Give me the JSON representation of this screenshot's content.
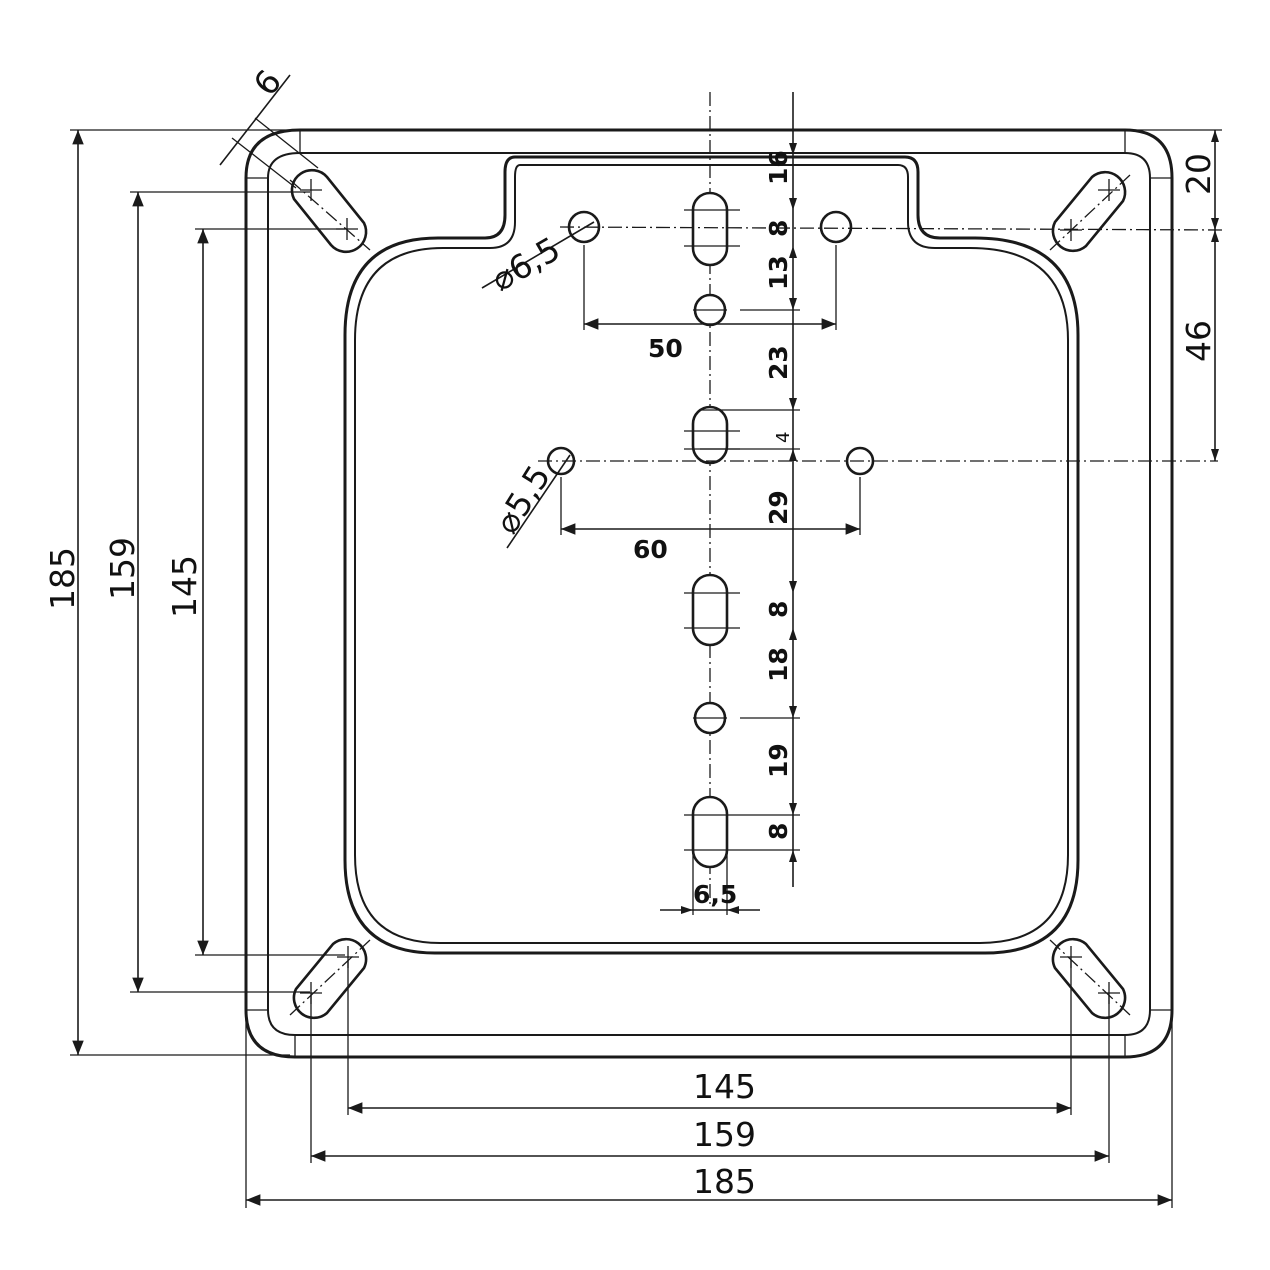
{
  "diagram": {
    "outer_dims": {
      "width_overall": "185",
      "width_slots_outer": "159",
      "width_slots_inner": "145",
      "height_overall": "185",
      "height_slots_outer": "159",
      "height_slots_inner": "145"
    },
    "corner_slot_width": "6",
    "top_notch_dim": "20",
    "offset_46": "46",
    "hole_diameters": {
      "large": "⌀6,5",
      "small": "⌀5,5"
    },
    "horizontal_dims": {
      "spacing_50": "50",
      "spacing_60": "60",
      "slot_width": "6,5"
    },
    "vertical_chain": [
      "16",
      "8",
      "13",
      "23",
      "4",
      "29",
      "8",
      "18",
      "19",
      "8"
    ]
  }
}
